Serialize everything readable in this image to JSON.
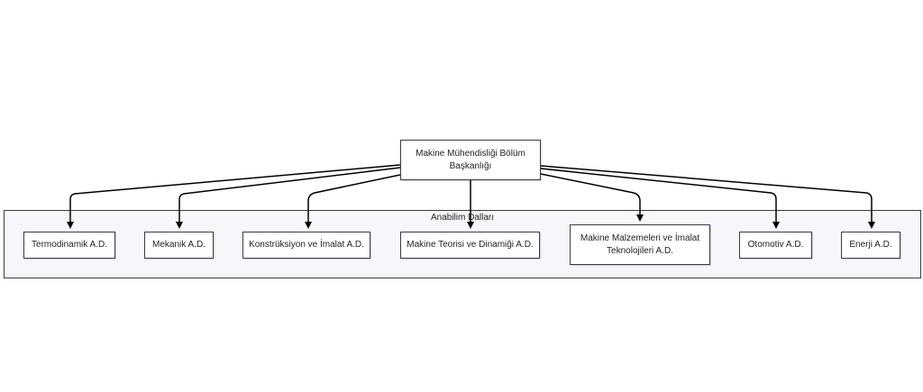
{
  "diagram": {
    "root": {
      "label": "Makine Mühendisliği Bölüm Başkanlığı"
    },
    "group": {
      "title": "Anabilim Dalları"
    },
    "departments": [
      {
        "label": "Termodinamik A.D."
      },
      {
        "label": "Mekanik A.D."
      },
      {
        "label": "Konstrüksiyon ve İmalat A.D."
      },
      {
        "label": "Makine Teorisi ve Dinamiği A.D."
      },
      {
        "label": "Makine Malzemeleri ve İmalat Teknolojileri A.D."
      },
      {
        "label": "Otomotiv A.D."
      },
      {
        "label": "Enerji A.D."
      }
    ],
    "colors": {
      "line": "#000000",
      "border": "#3b3b48",
      "group_fill": "#f7f7fb"
    }
  }
}
